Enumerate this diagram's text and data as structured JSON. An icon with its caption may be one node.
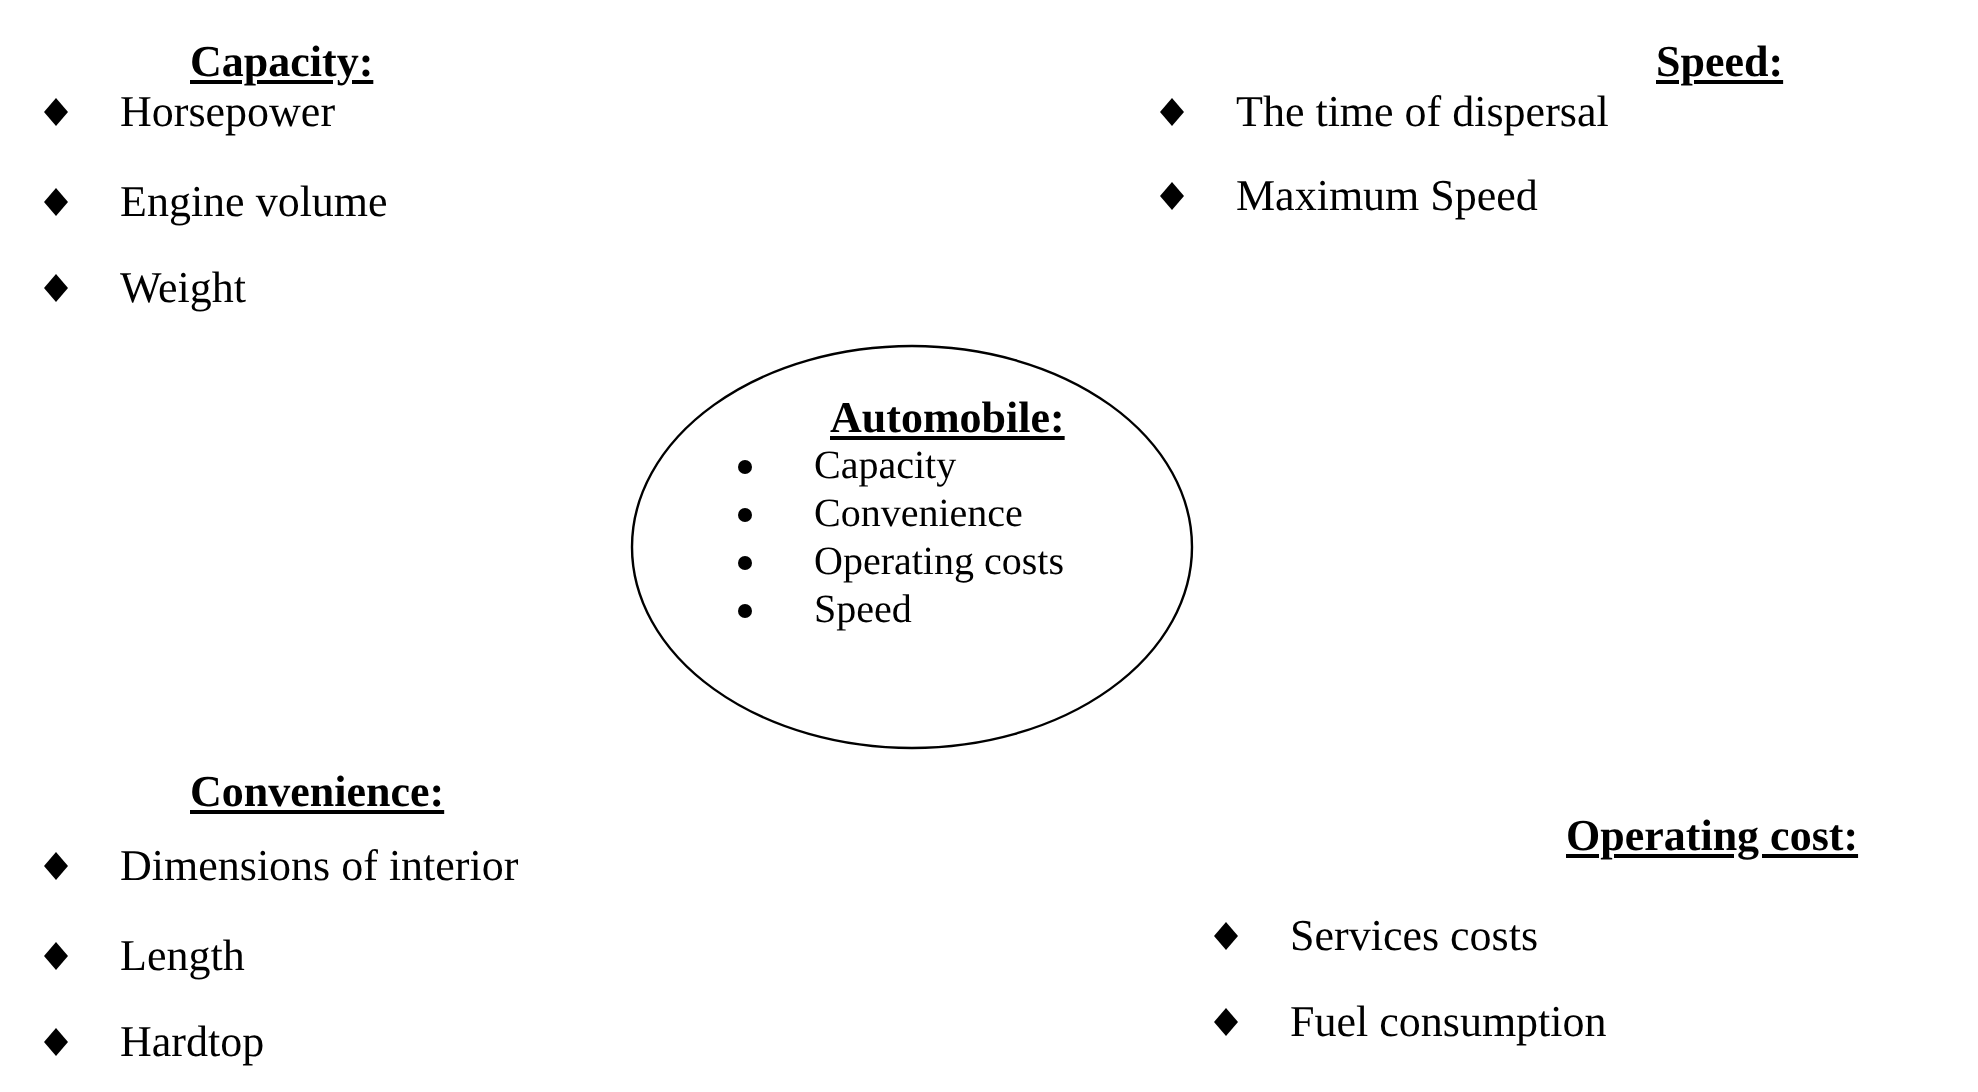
{
  "diagram": {
    "nodes": [
      {
        "text": [
          "Automobile:",
          "Capacity",
          "Convenience",
          "Operating costs",
          "Speed"
        ]
      }
    ],
    "labels": [
      "Capacity:",
      "Horsepower",
      "Engine volume",
      "Weight",
      "Speed:",
      "The time of dispersal",
      "Maximum Speed",
      "Convenience:",
      "Dimensions of interior",
      "Length",
      "Hardtop",
      "Operating cost:",
      "Services costs",
      "Fuel consumption"
    ]
  }
}
